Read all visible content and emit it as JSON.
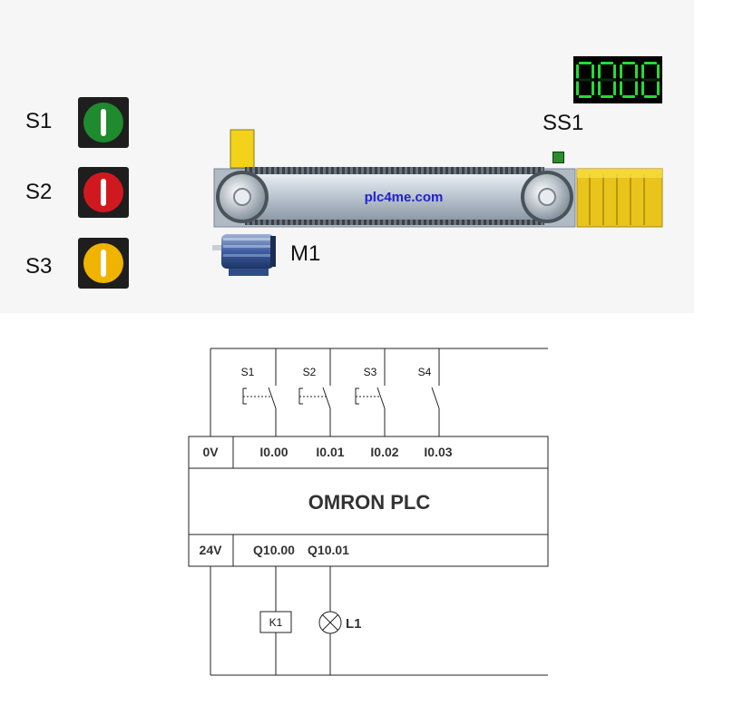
{
  "simulation": {
    "buttons": [
      {
        "label": "S1",
        "color": "#1f8a2e"
      },
      {
        "label": "S2",
        "color": "#d0191f"
      },
      {
        "label": "S3",
        "color": "#f0b400"
      }
    ],
    "counter_display": "0000",
    "counter_color": "#22dd33",
    "sensor_label": "SS1",
    "motor_label": "M1",
    "conveyor_text": "plc4me.com",
    "box_color": "#f2d21a"
  },
  "wiring": {
    "switches": [
      "S1",
      "S2",
      "S3",
      "S4"
    ],
    "plc_name": "OMRON PLC",
    "input_common": "0V",
    "inputs": [
      "I0.00",
      "I0.01",
      "I0.02",
      "I0.03"
    ],
    "output_common": "24V",
    "outputs": [
      "Q10.00",
      "Q10.01"
    ],
    "relay_label": "K1",
    "lamp_label": "L1"
  }
}
